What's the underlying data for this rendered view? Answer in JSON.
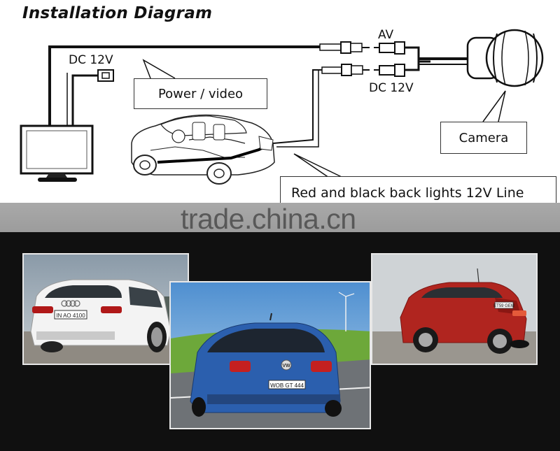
{
  "diagram": {
    "title": "Installation Diagram",
    "labels": {
      "dc_monitor": "DC 12V",
      "av": "AV",
      "dc_camera": "DC 12V"
    },
    "callouts": {
      "power_video": "Power / video",
      "camera": "Camera",
      "back_lights": "Red and black back lights 12V Line"
    },
    "components": [
      "monitor-icon",
      "car-cutaway-icon",
      "camera-icon",
      "rca-connector-icon",
      "dc-plug-icon"
    ]
  },
  "watermark": "trade.china.cn",
  "photos": {
    "left": {
      "plate": "IN AO 4100",
      "badge": "audi-rings-icon"
    },
    "center": {
      "plate": "WOB GT 444",
      "badge": "vw-logo-icon"
    },
    "right": {
      "plate": "ET59 GEM"
    }
  },
  "colors": {
    "line": "#1a1a1a",
    "background_dark": "#101010",
    "band_grey": "#a3a3a3"
  }
}
